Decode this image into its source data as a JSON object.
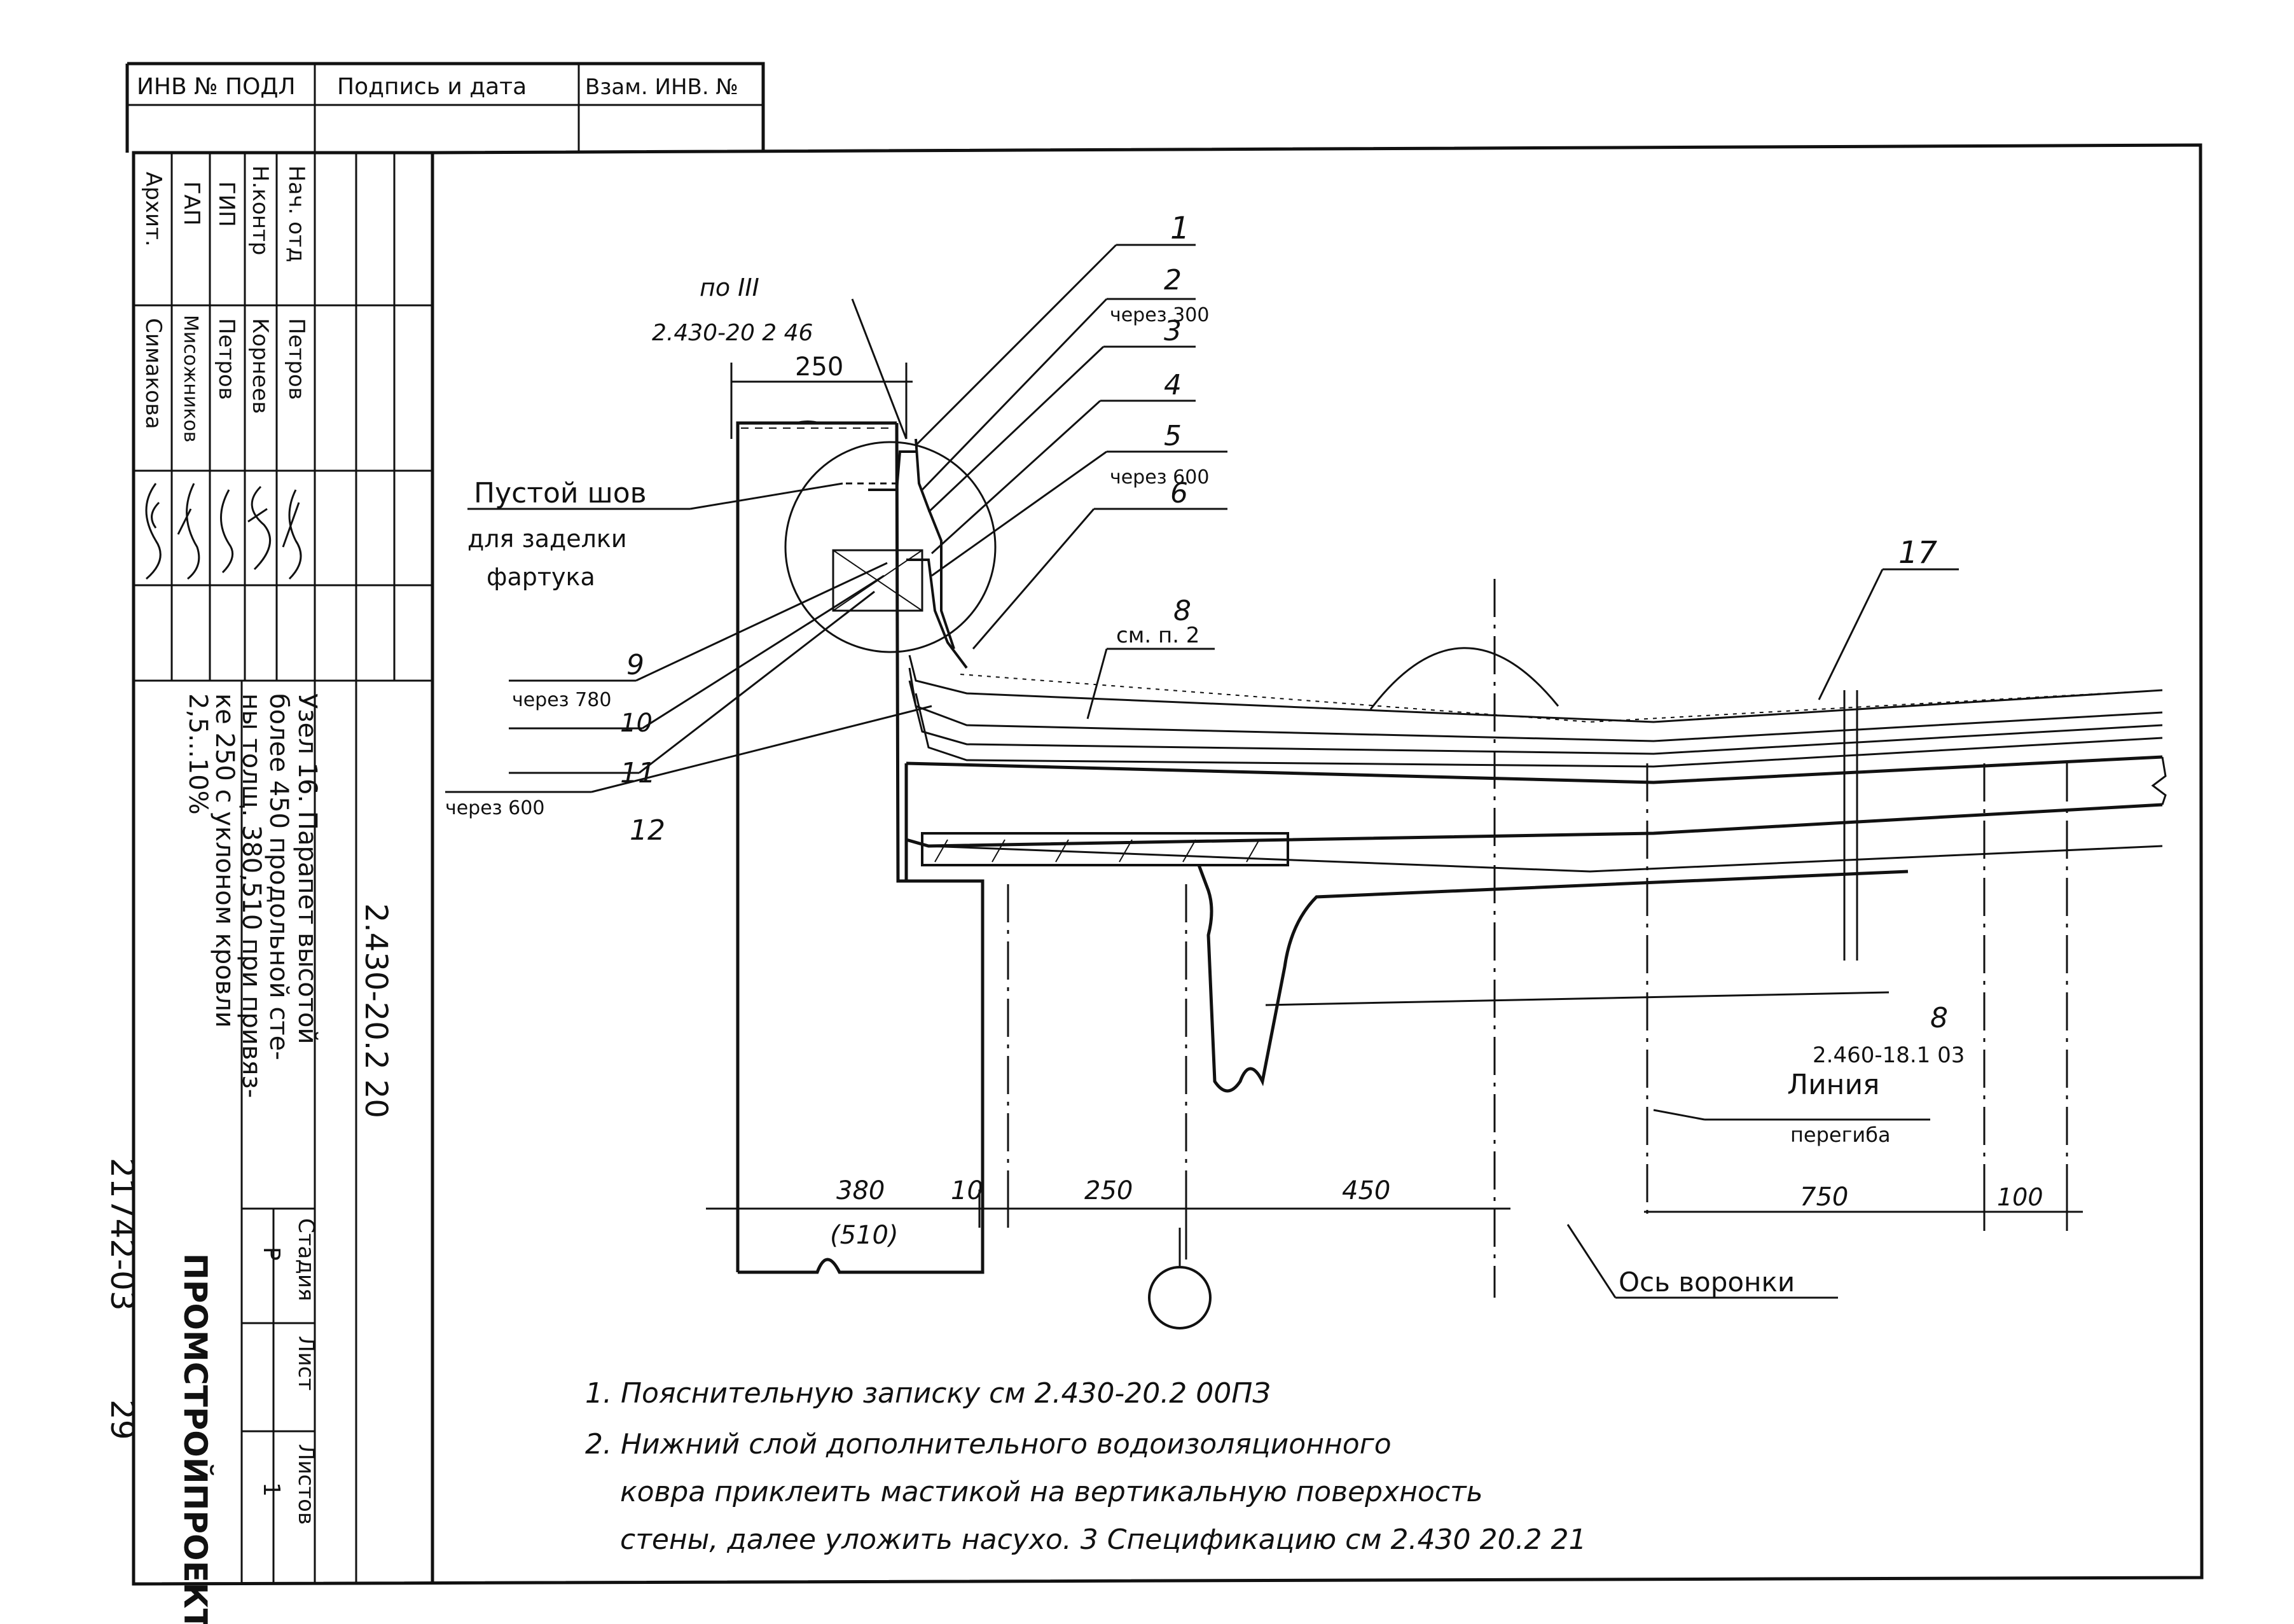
{
  "title_block": {
    "top_headers": {
      "inv_podl": "ИНВ № ПОДЛ",
      "podpis_data": "Подпись и дата",
      "vzam_inv": "Взам. ИНВ. №"
    },
    "roles": [
      "Нач. отд",
      "Н.контр",
      "ГИП",
      "ГАП",
      "Архит."
    ],
    "names": [
      "Петров",
      "Корнеев",
      "Петров",
      "Мисожников",
      "Симакова"
    ],
    "drawing_code": "2.430-20.2 20",
    "sheet_title_lines": [
      "Узел 16. Парапет высотой",
      "более 450 продольной сте-",
      "ны толщ. 380,510 при привяз-",
      "ке 250 с уклоном кровли",
      "2,5...10%"
    ],
    "stage_label": "Стадия",
    "stage_value": "Р",
    "sheet_label": "Лист",
    "sheet_value": "",
    "sheets_label": "Листов",
    "sheets_value": "1",
    "organization": "ПРОМСТРОЙПРОЕКТ",
    "archive_number": "21742-03",
    "page_number": "29"
  },
  "drawing": {
    "ref_po": "по III",
    "ref_po_code": "2.430-20 2 46",
    "dims": {
      "d250_top": "250",
      "d380": "380",
      "d510": "(510)",
      "d10": "10",
      "d250": "250",
      "d450": "450",
      "d750": "750",
      "d100": "100"
    },
    "callouts": [
      {
        "num": "1",
        "note": ""
      },
      {
        "num": "2",
        "note": "через 300"
      },
      {
        "num": "3",
        "note": ""
      },
      {
        "num": "4",
        "note": ""
      },
      {
        "num": "5",
        "note": "через 600"
      },
      {
        "num": "6",
        "note": ""
      },
      {
        "num": "8",
        "note": "см. п. 2"
      },
      {
        "num": "9",
        "note": "через 780"
      },
      {
        "num": "10",
        "note": ""
      },
      {
        "num": "11",
        "note": "через 600"
      },
      {
        "num": "12",
        "note": ""
      },
      {
        "num": "17",
        "note": ""
      },
      {
        "num": "8",
        "note": "2.460-18.1 03"
      }
    ],
    "labels": {
      "empty_seam_1": "Пустой шов",
      "empty_seam_2": "для заделки",
      "empty_seam_3": "фартука",
      "bend_line_1": "Линия",
      "bend_line_2": "перегиба",
      "funnel_axis": "Ось воронки"
    }
  },
  "notes": [
    "1. Пояснительную записку см 2.430-20.2 00ПЗ",
    "2. Нижний слой дополнительного водоизоляционного",
    "ковра приклеить мастикой на вертикальную поверхность",
    "стены, далее уложить насухо. 3 Спецификацию см 2.430 20.2 21"
  ]
}
